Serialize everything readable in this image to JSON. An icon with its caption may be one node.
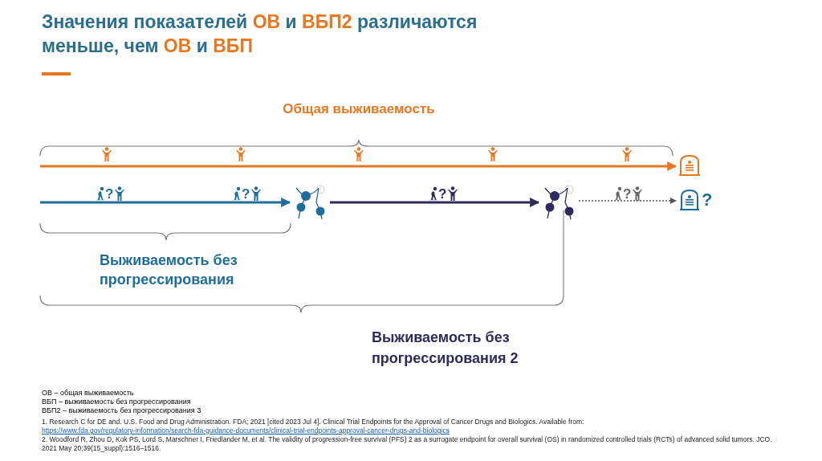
{
  "diagram": {
    "title": "Значения показателей **ОВ** и **ВБП2** различаются меньше, чем **ОВ** и **ВБП**",
    "nodes": [
      {
        "text": [],
        "shape": "tombstone"
      },
      {
        "text": [],
        "shape": "cells"
      },
      {
        "text": [],
        "shape": "cells"
      },
      {
        "text": [
          "?"
        ]
      }
    ],
    "edges": [
      {
        "from": null,
        "to": 0,
        "arrow": "to",
        "color": "#e87722"
      },
      {
        "from": null,
        "to": 1,
        "arrow": "to",
        "color": "#1f6e99"
      },
      {
        "from": 1,
        "to": 2,
        "arrow": "to",
        "color": "#2e2a5e"
      },
      {
        "from": 2,
        "to": 3,
        "arrow": "to",
        "style": "dashed",
        "color": "#555555"
      }
    ],
    "labels": [
      "Общая выживаемость",
      "?",
      "?",
      "?",
      "?",
      "Выживаемость без прогрессирования",
      "Выживаемость без прогрессирования 2",
      "ОВ – общая выживаемость",
      "ВБП – выживаемость без прогрессирования",
      "ВБП2 – выживаемость без прогрессирования 3",
      "1. Research C for DE and. U.S. Food and Drug Administration. FDA; 2021 [cited 2023 Jul 4]. Clinical Trial Endpoints for the Approval of Cancer Drugs and Biologics. Available from:",
      "https://www.fda.gov/regulatory-information/search-fda-guidance-documents/clinical-trial-endpoints-approval-cancer-drugs-and-biologics",
      "2. Woodford R, Zhou D, Kok PS, Lord S, Marschner I, Friedlander M, et al. The validity of progression-free survival (PFS) 2 as a surrogate endpoint for overall survival (OS) in randomized controlled trials (RCTs) of advanced solid tumors. JCO. 2021 May 20;39(15_suppl):1516–1516."
    ]
  }
}
